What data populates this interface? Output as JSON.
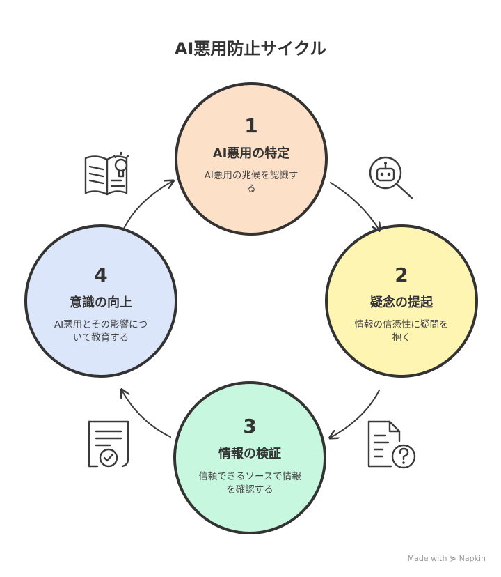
{
  "title": "AI悪用防止サイクル",
  "steps": [
    {
      "number": "1",
      "heading": "AI悪用の特定",
      "desc_lines": [
        "AI悪用の兆候を認識す",
        "る"
      ],
      "color": "#fde0c8"
    },
    {
      "number": "2",
      "heading": "疑念の提起",
      "desc_lines": [
        "情報の信憑性に疑問を",
        "抱く"
      ],
      "color": "#fff5b3"
    },
    {
      "number": "3",
      "heading": "情報の検証",
      "desc_lines": [
        "信頼できるソースで情報",
        "を確認する"
      ],
      "color": "#c8f7e0"
    },
    {
      "number": "4",
      "heading": "意識の向上",
      "desc_lines": [
        "AI悪用とその影響につ",
        "いて教育する"
      ],
      "color": "#dbe6fb"
    }
  ],
  "icons": {
    "top_left": "book-lightbulb-icon",
    "top_right": "robot-magnifier-icon",
    "bottom_right": "document-question-icon",
    "bottom_left": "certificate-check-icon"
  },
  "watermark": {
    "prefix": "Made with",
    "brand": "Napkin"
  }
}
